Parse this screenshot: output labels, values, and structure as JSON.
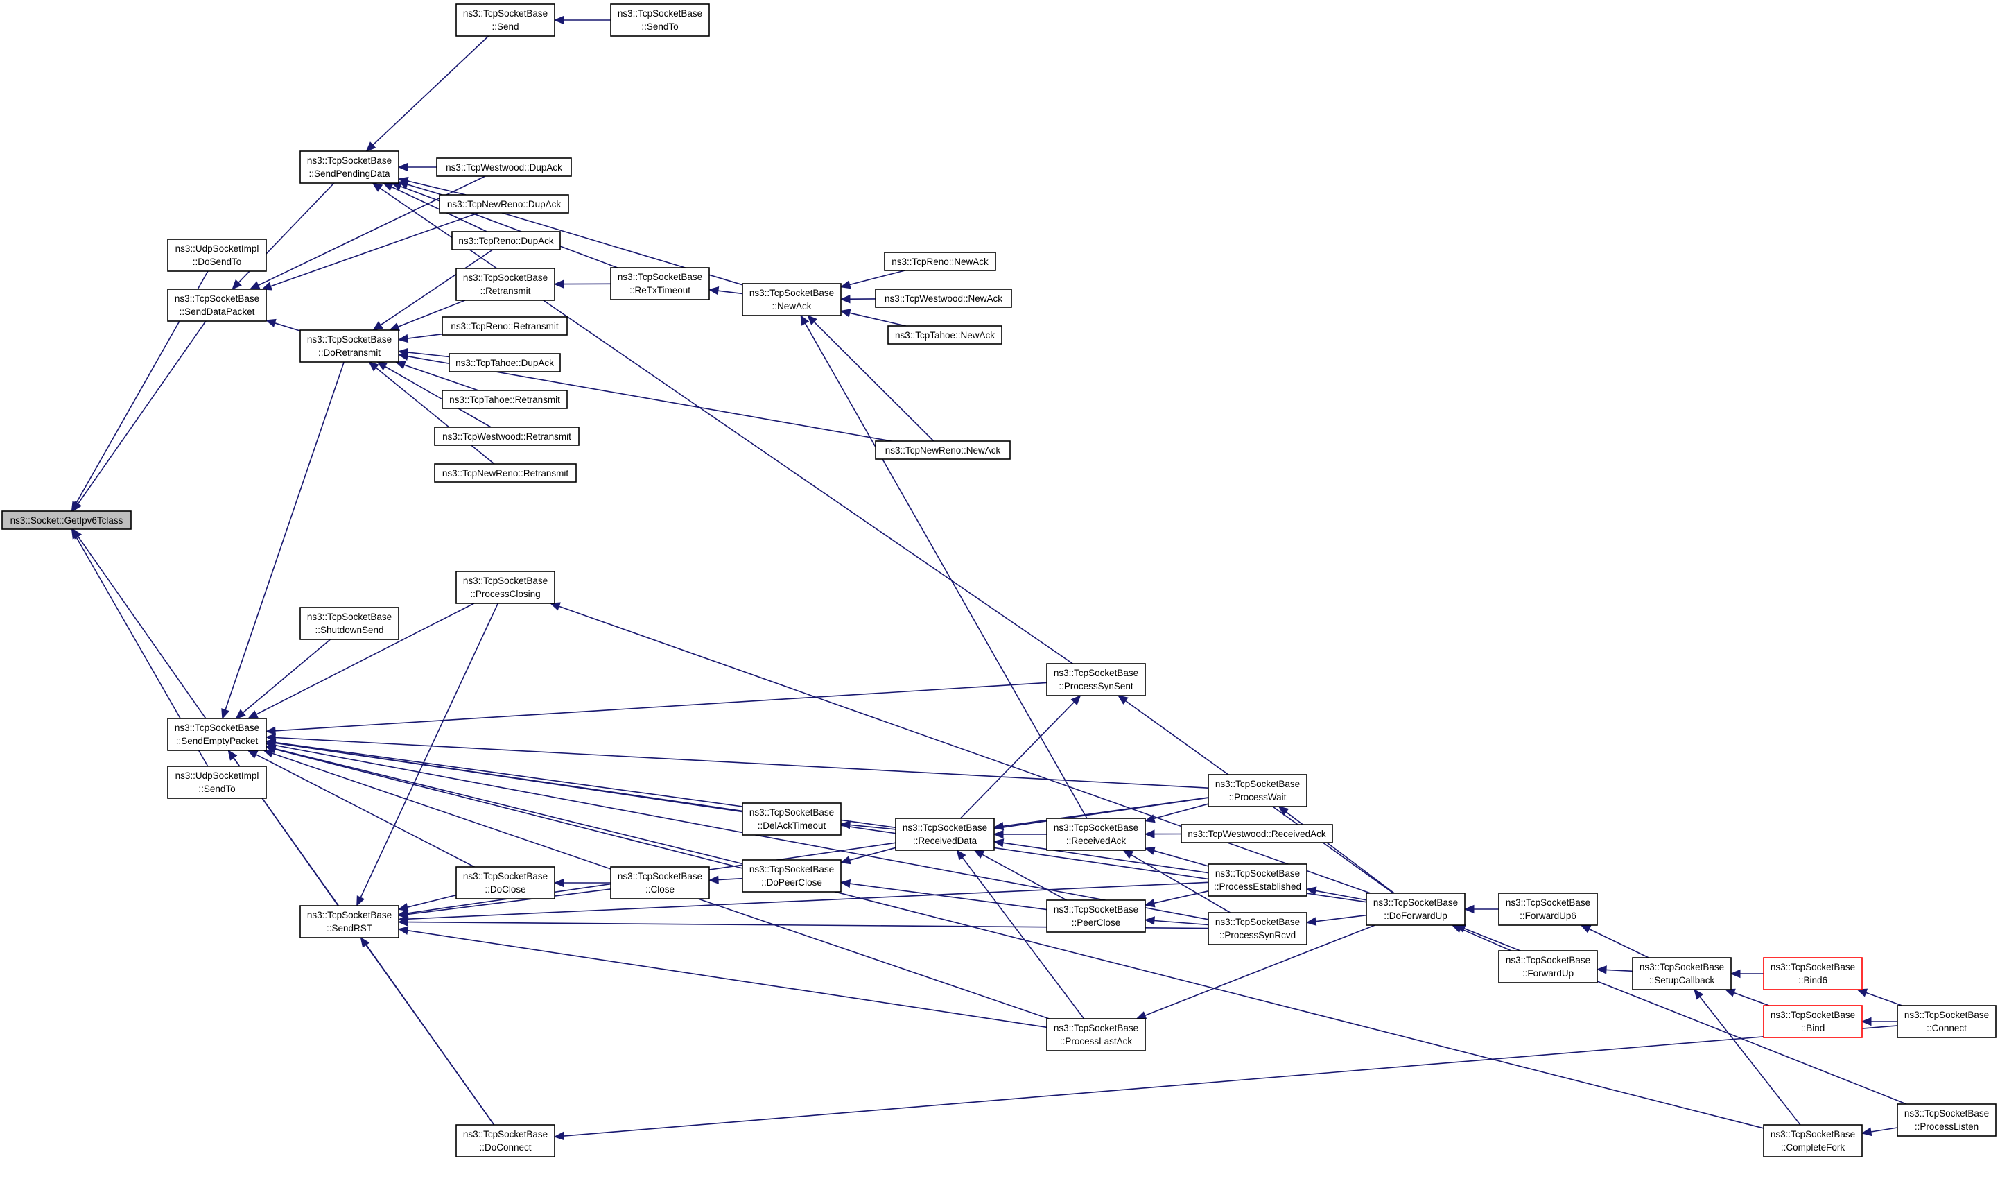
{
  "colors": {
    "edge": "#191970",
    "root_fill": "#bfbfbf",
    "truncated_border": "#ff0000",
    "node_border": "#000000"
  },
  "nodes": [
    {
      "id": "root",
      "lines": [
        "ns3::Socket::GetIpv6Tclass"
      ]
    },
    {
      "id": "send",
      "lines": [
        "ns3::TcpSocketBase",
        "::Send"
      ]
    },
    {
      "id": "sendto",
      "lines": [
        "ns3::TcpSocketBase",
        "::SendTo"
      ]
    },
    {
      "id": "sendPending",
      "lines": [
        "ns3::TcpSocketBase",
        "::SendPendingData"
      ]
    },
    {
      "id": "westwoodDupAck",
      "lines": [
        "ns3::TcpWestwood::DupAck"
      ]
    },
    {
      "id": "newrenoDupAck",
      "lines": [
        "ns3::TcpNewReno::DupAck"
      ]
    },
    {
      "id": "renoDupAck",
      "lines": [
        "ns3::TcpReno::DupAck"
      ]
    },
    {
      "id": "udpDoSendTo",
      "lines": [
        "ns3::UdpSocketImpl",
        "::DoSendTo"
      ]
    },
    {
      "id": "sendDataPacket",
      "lines": [
        "ns3::TcpSocketBase",
        "::SendDataPacket"
      ]
    },
    {
      "id": "retransmit",
      "lines": [
        "ns3::TcpSocketBase",
        "::Retransmit"
      ]
    },
    {
      "id": "reTxTimeout",
      "lines": [
        "ns3::TcpSocketBase",
        "::ReTxTimeout"
      ]
    },
    {
      "id": "newAck",
      "lines": [
        "ns3::TcpSocketBase",
        "::NewAck"
      ]
    },
    {
      "id": "renoNewAck",
      "lines": [
        "ns3::TcpReno::NewAck"
      ]
    },
    {
      "id": "westwoodNewAck",
      "lines": [
        "ns3::TcpWestwood::NewAck"
      ]
    },
    {
      "id": "tahoeNewAck",
      "lines": [
        "ns3::TcpTahoe::NewAck"
      ]
    },
    {
      "id": "doRetransmit",
      "lines": [
        "ns3::TcpSocketBase",
        "::DoRetransmit"
      ]
    },
    {
      "id": "renoRetransmit",
      "lines": [
        "ns3::TcpReno::Retransmit"
      ]
    },
    {
      "id": "tahoeDupAck",
      "lines": [
        "ns3::TcpTahoe::DupAck"
      ]
    },
    {
      "id": "tahoeRetransmit",
      "lines": [
        "ns3::TcpTahoe::Retransmit"
      ]
    },
    {
      "id": "westwoodRetransmit",
      "lines": [
        "ns3::TcpWestwood::Retransmit"
      ]
    },
    {
      "id": "newrenoRetransmit",
      "lines": [
        "ns3::TcpNewReno::Retransmit"
      ]
    },
    {
      "id": "newrenoNewAck",
      "lines": [
        "ns3::TcpNewReno::NewAck"
      ]
    },
    {
      "id": "processClosing",
      "lines": [
        "ns3::TcpSocketBase",
        "::ProcessClosing"
      ]
    },
    {
      "id": "shutdownSend",
      "lines": [
        "ns3::TcpSocketBase",
        "::ShutdownSend"
      ]
    },
    {
      "id": "processSynSent",
      "lines": [
        "ns3::TcpSocketBase",
        "::ProcessSynSent"
      ]
    },
    {
      "id": "sendEmptyPacket",
      "lines": [
        "ns3::TcpSocketBase",
        "::SendEmptyPacket"
      ]
    },
    {
      "id": "udpSendTo",
      "lines": [
        "ns3::UdpSocketImpl",
        "::SendTo"
      ]
    },
    {
      "id": "processWait",
      "lines": [
        "ns3::TcpSocketBase",
        "::ProcessWait"
      ]
    },
    {
      "id": "delAckTimeout",
      "lines": [
        "ns3::TcpSocketBase",
        "::DelAckTimeout"
      ]
    },
    {
      "id": "receivedData",
      "lines": [
        "ns3::TcpSocketBase",
        "::ReceivedData"
      ]
    },
    {
      "id": "receivedAck",
      "lines": [
        "ns3::TcpSocketBase",
        "::ReceivedAck"
      ]
    },
    {
      "id": "westwoodReceivedAck",
      "lines": [
        "ns3::TcpWestwood::ReceivedAck"
      ]
    },
    {
      "id": "doClose",
      "lines": [
        "ns3::TcpSocketBase",
        "::DoClose"
      ]
    },
    {
      "id": "close",
      "lines": [
        "ns3::TcpSocketBase",
        "::Close"
      ]
    },
    {
      "id": "doPeerClose",
      "lines": [
        "ns3::TcpSocketBase",
        "::DoPeerClose"
      ]
    },
    {
      "id": "processEstablished",
      "lines": [
        "ns3::TcpSocketBase",
        "::ProcessEstablished"
      ]
    },
    {
      "id": "doForwardUp",
      "lines": [
        "ns3::TcpSocketBase",
        "::DoForwardUp"
      ]
    },
    {
      "id": "forwardUp6",
      "lines": [
        "ns3::TcpSocketBase",
        "::ForwardUp6"
      ]
    },
    {
      "id": "sendRST",
      "lines": [
        "ns3::TcpSocketBase",
        "::SendRST"
      ]
    },
    {
      "id": "peerClose",
      "lines": [
        "ns3::TcpSocketBase",
        "::PeerClose"
      ]
    },
    {
      "id": "processSynRcvd",
      "lines": [
        "ns3::TcpSocketBase",
        "::ProcessSynRcvd"
      ]
    },
    {
      "id": "forwardUp",
      "lines": [
        "ns3::TcpSocketBase",
        "::ForwardUp"
      ]
    },
    {
      "id": "setupCallback",
      "lines": [
        "ns3::TcpSocketBase",
        "::SetupCallback"
      ]
    },
    {
      "id": "bind6",
      "lines": [
        "ns3::TcpSocketBase",
        "::Bind6"
      ]
    },
    {
      "id": "bind",
      "lines": [
        "ns3::TcpSocketBase",
        "::Bind"
      ]
    },
    {
      "id": "connect",
      "lines": [
        "ns3::TcpSocketBase",
        "::Connect"
      ]
    },
    {
      "id": "processLastAck",
      "lines": [
        "ns3::TcpSocketBase",
        "::ProcessLastAck"
      ]
    },
    {
      "id": "doConnect",
      "lines": [
        "ns3::TcpSocketBase",
        "::DoConnect"
      ]
    },
    {
      "id": "processListen",
      "lines": [
        "ns3::TcpSocketBase",
        "::ProcessListen"
      ]
    },
    {
      "id": "completeFork",
      "lines": [
        "ns3::TcpSocketBase",
        "::CompleteFork"
      ]
    }
  ],
  "edges": [
    [
      "udpDoSendTo",
      "root"
    ],
    [
      "sendDataPacket",
      "root"
    ],
    [
      "sendEmptyPacket",
      "root"
    ],
    [
      "udpSendTo",
      "root"
    ],
    [
      "sendto",
      "send"
    ],
    [
      "send",
      "sendPending"
    ],
    [
      "westwoodDupAck",
      "sendPending"
    ],
    [
      "newrenoDupAck",
      "sendPending"
    ],
    [
      "renoDupAck",
      "sendPending"
    ],
    [
      "reTxTimeout",
      "sendPending"
    ],
    [
      "newAck",
      "sendPending"
    ],
    [
      "processSynSent",
      "sendPending"
    ],
    [
      "sendPending",
      "sendDataPacket"
    ],
    [
      "doRetransmit",
      "sendDataPacket"
    ],
    [
      "westwoodDupAck",
      "sendDataPacket"
    ],
    [
      "newrenoDupAck",
      "sendDataPacket"
    ],
    [
      "retransmit",
      "doRetransmit"
    ],
    [
      "renoDupAck",
      "doRetransmit"
    ],
    [
      "renoRetransmit",
      "doRetransmit"
    ],
    [
      "tahoeDupAck",
      "doRetransmit"
    ],
    [
      "tahoeRetransmit",
      "doRetransmit"
    ],
    [
      "westwoodRetransmit",
      "doRetransmit"
    ],
    [
      "newrenoRetransmit",
      "doRetransmit"
    ],
    [
      "newrenoNewAck",
      "doRetransmit"
    ],
    [
      "reTxTimeout",
      "retransmit"
    ],
    [
      "newAck",
      "reTxTimeout"
    ],
    [
      "renoNewAck",
      "newAck"
    ],
    [
      "westwoodNewAck",
      "newAck"
    ],
    [
      "tahoeNewAck",
      "newAck"
    ],
    [
      "newrenoNewAck",
      "newAck"
    ],
    [
      "receivedAck",
      "newAck"
    ],
    [
      "doRetransmit",
      "sendEmptyPacket"
    ],
    [
      "shutdownSend",
      "sendEmptyPacket"
    ],
    [
      "processClosing",
      "sendEmptyPacket"
    ],
    [
      "processSynSent",
      "sendEmptyPacket"
    ],
    [
      "processWait",
      "sendEmptyPacket"
    ],
    [
      "delAckTimeout",
      "sendEmptyPacket"
    ],
    [
      "receivedData",
      "sendEmptyPacket"
    ],
    [
      "doPeerClose",
      "sendEmptyPacket"
    ],
    [
      "doClose",
      "sendEmptyPacket"
    ],
    [
      "sendRST",
      "sendEmptyPacket"
    ],
    [
      "processLastAck",
      "sendEmptyPacket"
    ],
    [
      "processSynRcvd",
      "sendEmptyPacket"
    ],
    [
      "doConnect",
      "sendEmptyPacket"
    ],
    [
      "completeFork",
      "sendEmptyPacket"
    ],
    [
      "doForwardUp",
      "sendEmptyPacket"
    ],
    [
      "doForwardUp",
      "processClosing"
    ],
    [
      "doForwardUp",
      "processSynSent"
    ],
    [
      "receivedData",
      "processSynSent"
    ],
    [
      "doForwardUp",
      "processWait"
    ],
    [
      "receivedData",
      "delAckTimeout"
    ],
    [
      "receivedAck",
      "receivedData"
    ],
    [
      "processWait",
      "receivedData"
    ],
    [
      "processEstablished",
      "receivedData"
    ],
    [
      "peerClose",
      "receivedData"
    ],
    [
      "processLastAck",
      "receivedData"
    ],
    [
      "westwoodReceivedAck",
      "receivedAck"
    ],
    [
      "processWait",
      "receivedAck"
    ],
    [
      "processEstablished",
      "receivedAck"
    ],
    [
      "processSynRcvd",
      "receivedAck"
    ],
    [
      "receivedData",
      "doPeerClose"
    ],
    [
      "peerClose",
      "doPeerClose"
    ],
    [
      "doPeerClose",
      "close"
    ],
    [
      "close",
      "doClose"
    ],
    [
      "doForwardUp",
      "processEstablished"
    ],
    [
      "doForwardUp",
      "processSynRcvd"
    ],
    [
      "doForwardUp",
      "processLastAck"
    ],
    [
      "processEstablished",
      "peerClose"
    ],
    [
      "processSynRcvd",
      "peerClose"
    ],
    [
      "forwardUp6",
      "doForwardUp"
    ],
    [
      "forwardUp",
      "doForwardUp"
    ],
    [
      "setupCallback",
      "forwardUp6"
    ],
    [
      "setupCallback",
      "forwardUp"
    ],
    [
      "bind6",
      "setupCallback"
    ],
    [
      "bind",
      "setupCallback"
    ],
    [
      "completeFork",
      "setupCallback"
    ],
    [
      "connect",
      "bind6"
    ],
    [
      "connect",
      "bind"
    ],
    [
      "processListen",
      "completeFork"
    ],
    [
      "processListen",
      "doForwardUp"
    ],
    [
      "doClose",
      "sendRST"
    ],
    [
      "close",
      "sendRST"
    ],
    [
      "processClosing",
      "sendRST"
    ],
    [
      "processWait",
      "sendRST"
    ],
    [
      "processEstablished",
      "sendRST"
    ],
    [
      "processSynRcvd",
      "sendRST"
    ],
    [
      "processLastAck",
      "sendRST"
    ],
    [
      "doConnect",
      "sendRST"
    ],
    [
      "connect",
      "doConnect"
    ]
  ]
}
